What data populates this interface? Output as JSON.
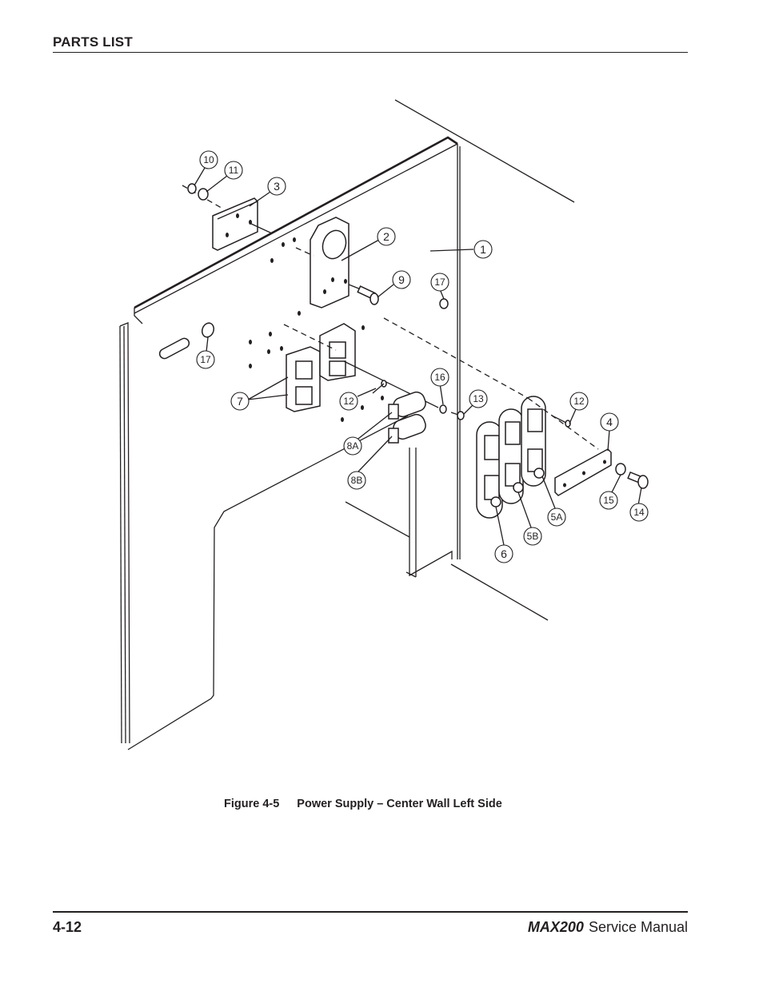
{
  "header": {
    "section_title": "PARTS LIST"
  },
  "figure": {
    "number": "Figure 4-5",
    "title": "Power Supply – Center Wall Left Side",
    "callouts": [
      {
        "id": "c1",
        "label": "1"
      },
      {
        "id": "c2",
        "label": "2"
      },
      {
        "id": "c3",
        "label": "3"
      },
      {
        "id": "c4",
        "label": "4"
      },
      {
        "id": "c5A",
        "label": "5A"
      },
      {
        "id": "c5B",
        "label": "5B"
      },
      {
        "id": "c6",
        "label": "6"
      },
      {
        "id": "c7",
        "label": "7"
      },
      {
        "id": "c8A",
        "label": "8A"
      },
      {
        "id": "c8B",
        "label": "8B"
      },
      {
        "id": "c9",
        "label": "9"
      },
      {
        "id": "c10",
        "label": "10"
      },
      {
        "id": "c11",
        "label": "11"
      },
      {
        "id": "c12a",
        "label": "12"
      },
      {
        "id": "c12b",
        "label": "12"
      },
      {
        "id": "c13",
        "label": "13"
      },
      {
        "id": "c14",
        "label": "14"
      },
      {
        "id": "c15",
        "label": "15"
      },
      {
        "id": "c16",
        "label": "16"
      },
      {
        "id": "c17a",
        "label": "17"
      },
      {
        "id": "c17b",
        "label": "17"
      }
    ]
  },
  "footer": {
    "page_number": "4-12",
    "product_name": "MAX200",
    "manual_label": "Service Manual"
  }
}
